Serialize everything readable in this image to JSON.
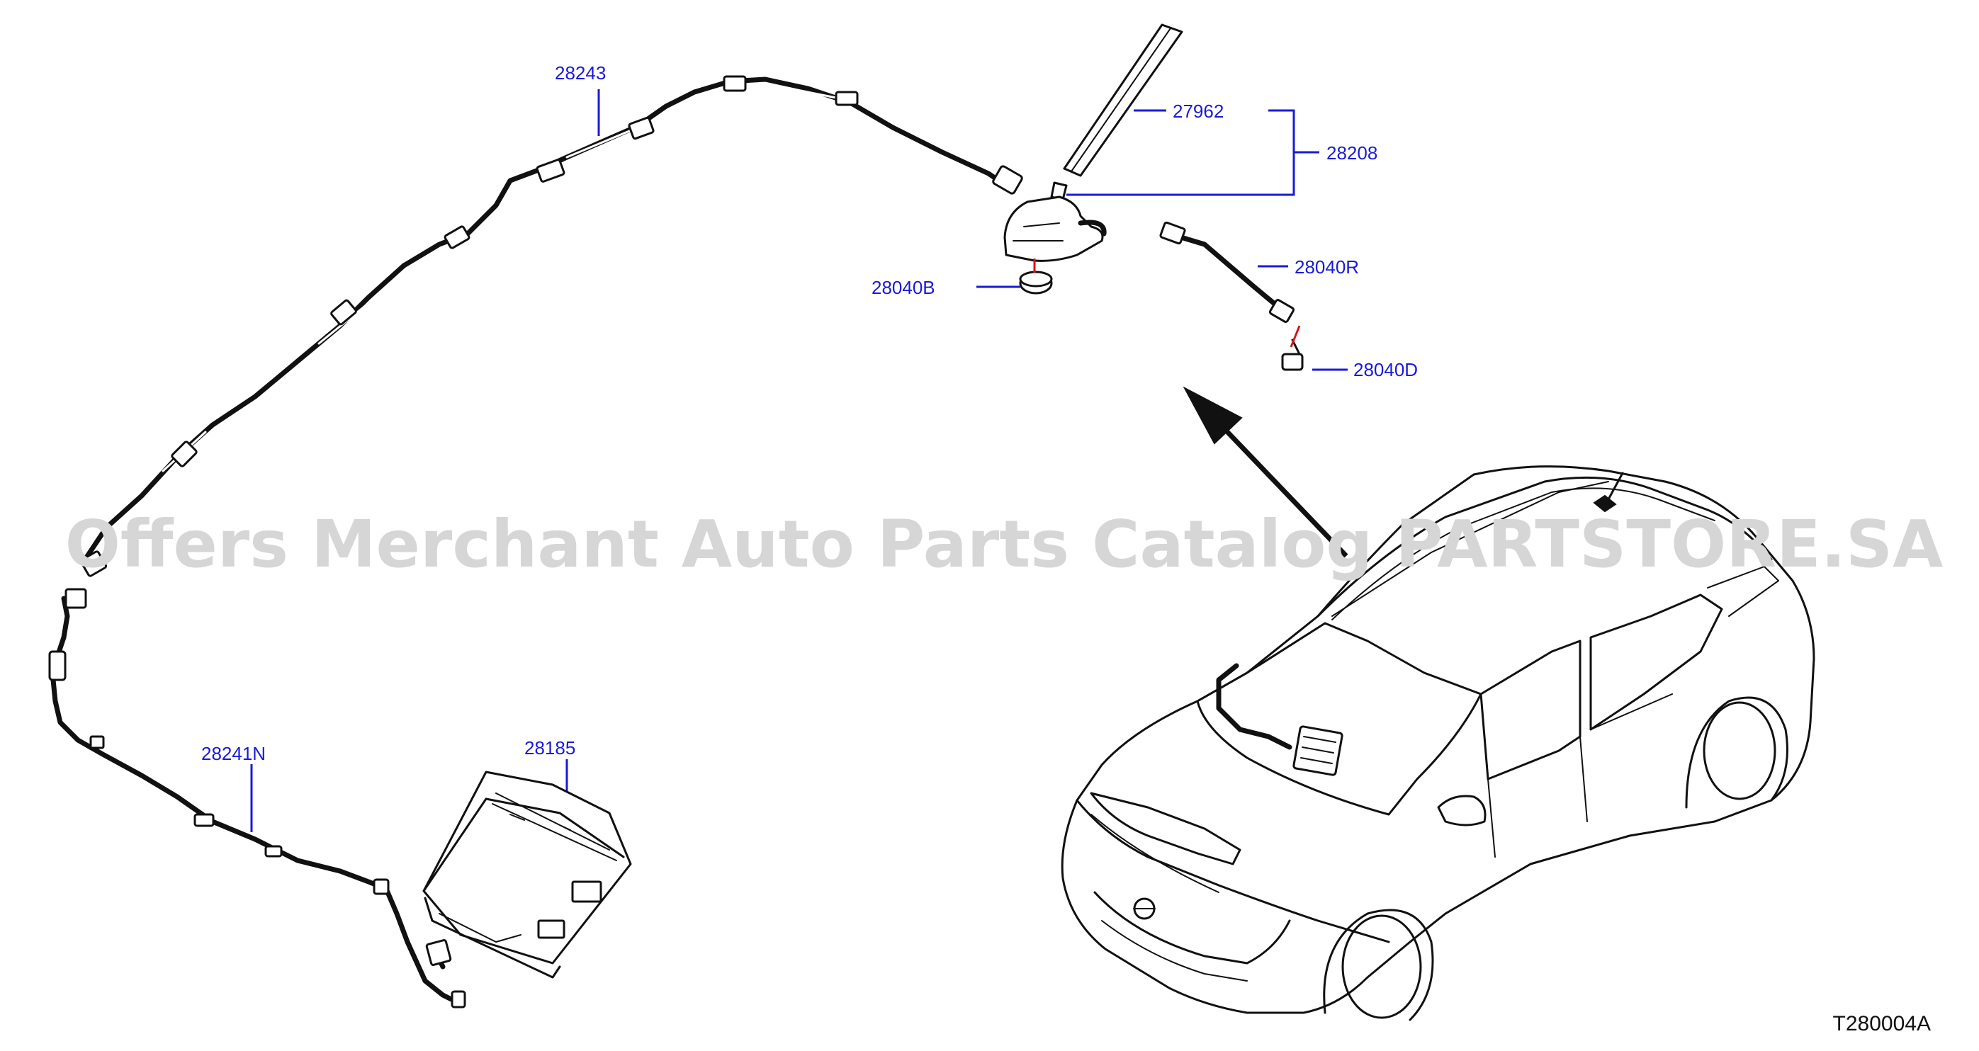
{
  "watermark": "Offers Merchant Auto Parts Catalog PARTSTORE.SA",
  "drawing_number": "T280004A",
  "parts": {
    "p28243": "28243",
    "p27962": "27962",
    "p28208": "28208",
    "p28040R": "28040R",
    "p28040B": "28040B",
    "p28040D": "28040D",
    "p28241N": "28241N",
    "p28185": "28185"
  }
}
